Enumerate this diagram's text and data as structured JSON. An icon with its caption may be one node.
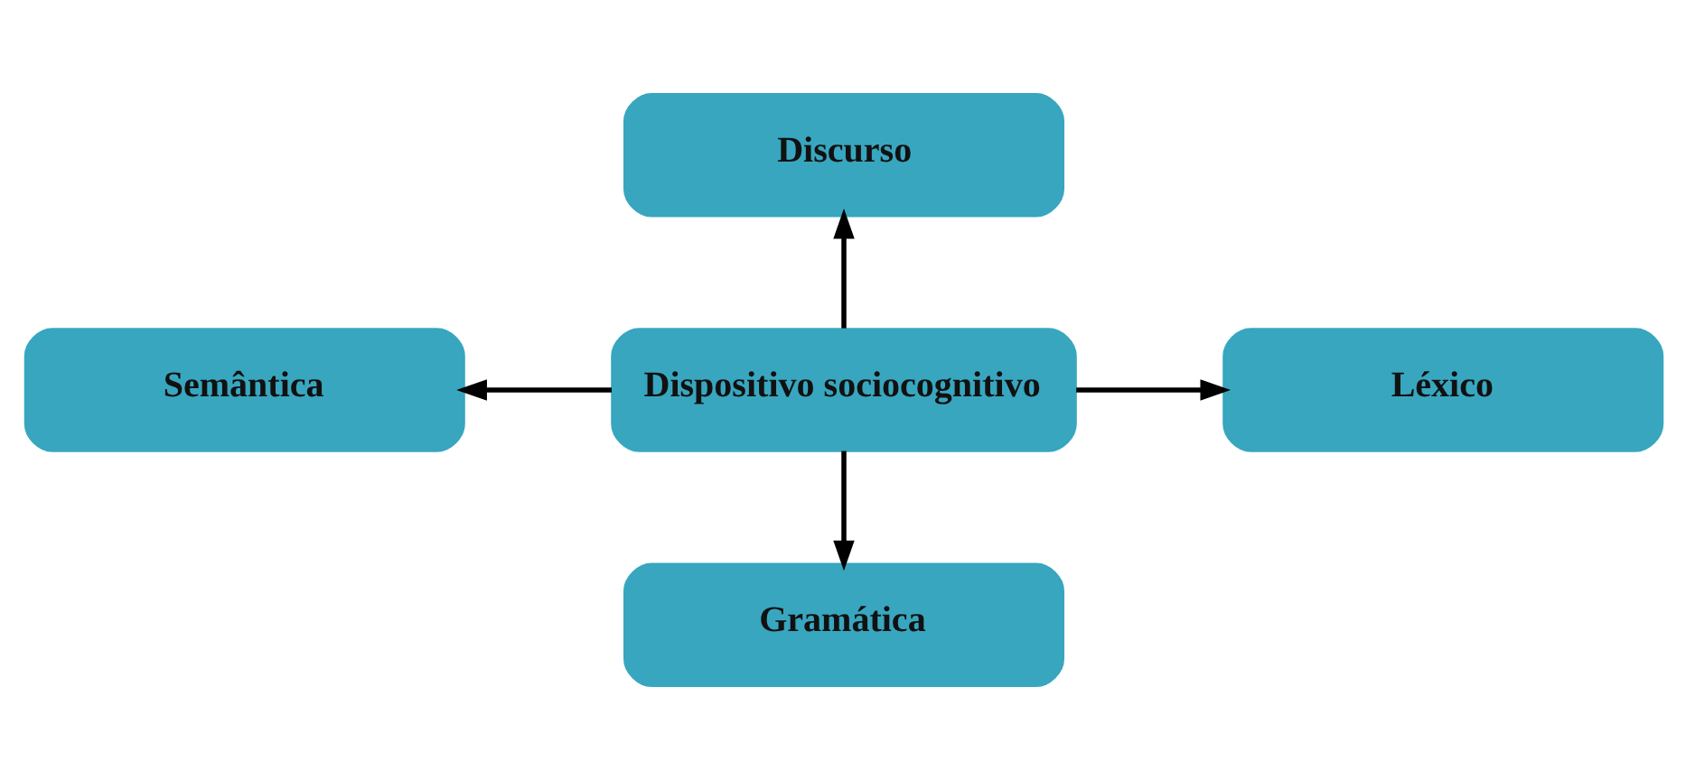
{
  "diagram": {
    "nodes": [
      {
        "text": [
          "Discurso"
        ]
      },
      {
        "text": [
          "Semântica"
        ]
      },
      {
        "text": [
          "Dispositivo sociocognitivo"
        ]
      },
      {
        "text": [
          "Léxico"
        ]
      },
      {
        "text": [
          "Gramática"
        ]
      }
    ],
    "edges": [
      {
        "from": 2,
        "to": 0,
        "arrow": "to"
      },
      {
        "from": 2,
        "to": 1,
        "arrow": "to"
      },
      {
        "from": 2,
        "to": 3,
        "arrow": "to"
      },
      {
        "from": 2,
        "to": 4,
        "arrow": "to"
      }
    ]
  }
}
